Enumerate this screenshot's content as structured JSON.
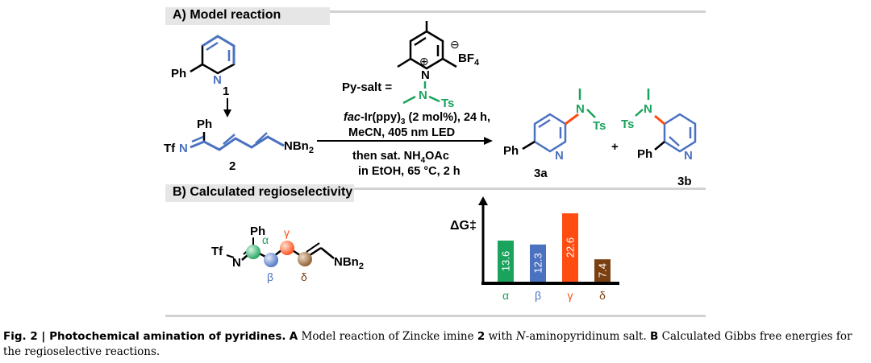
{
  "section_a": {
    "label": "A) Model reaction"
  },
  "section_b": {
    "label": "B) Calculated regioselectivity"
  },
  "reagent": {
    "py_salt_label": "Py-salt =",
    "charge_plus": "⊕",
    "charge_minus": "⊖",
    "counterion": "BF",
    "counterion_sub": "4",
    "n_atom": "N",
    "n_plus": "N",
    "ts": "Ts"
  },
  "compound_1": {
    "substituent": "Ph",
    "n_atom": "N",
    "number": "1"
  },
  "compound_2": {
    "ph": "Ph",
    "tf": "Tf",
    "n_imine": "N",
    "nbn2": "NBn",
    "nbn2_sub": "2",
    "number": "2"
  },
  "conditions": {
    "line1_italic": "fac",
    "line1_rest": "-Ir(ppy)",
    "line1_sub": "3",
    "line1_end": " (2 mol%), 24 h,",
    "line2": "MeCN,  405 nm LED",
    "line3_pre": "then sat. NH",
    "line3_sub": "4",
    "line3_post": "OAc",
    "line4": "in EtOH, 65 °C, 2 h"
  },
  "product_3a": {
    "ph": "Ph",
    "n_ring": "N",
    "n_amine": "N",
    "ts": "Ts",
    "number": "3a"
  },
  "plus": "+",
  "product_3b": {
    "ph": "Ph",
    "n_ring": "N",
    "n_amine": "N",
    "ts": "Ts",
    "number": "3b"
  },
  "regio_scheme": {
    "tf": "Tf",
    "n": "N",
    "ph": "Ph",
    "nbn2": "NBn",
    "nbn2_sub": "2",
    "alpha": "α",
    "beta": "β",
    "gamma": "γ",
    "delta": "δ"
  },
  "chart_data": {
    "type": "bar",
    "ylabel": "ΔG‡",
    "categories": [
      "α",
      "β",
      "γ",
      "δ"
    ],
    "values": [
      13.6,
      12.3,
      22.6,
      7.4
    ],
    "value_labels": [
      "13.6",
      "12.3",
      "22.6",
      "7.4"
    ],
    "colors": [
      "#1aa35c",
      "#4b72c0",
      "#ff4d12",
      "#7a3f10"
    ],
    "ylim": [
      0,
      25
    ],
    "grid": false
  },
  "caption": {
    "fig_label": "Fig. 2 | Photochemical amination of pyridines.",
    "a_label": "A",
    "a_text_1": " Model reaction of Zincke imine ",
    "a_num": "2",
    "a_text_2": " with ",
    "a_italic": "N",
    "a_text_3": "-aminopyridinum salt. ",
    "b_label": "B",
    "b_text": " Calculated Gibbs free energies for the regioselective reactions."
  }
}
